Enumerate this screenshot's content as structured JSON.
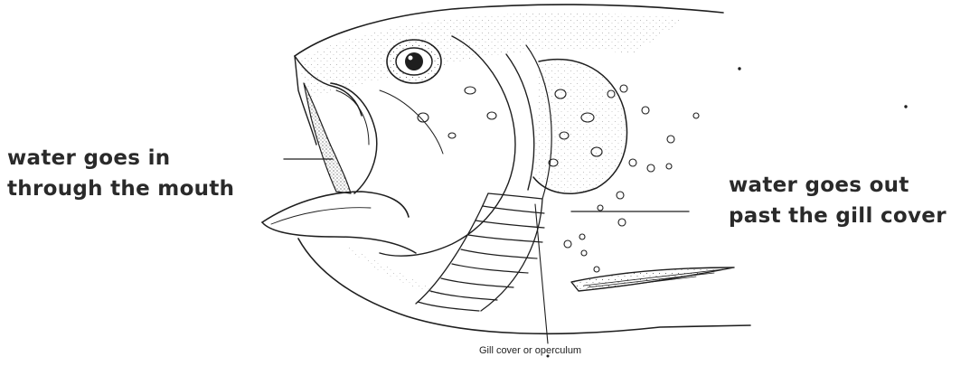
{
  "labels": {
    "in_line1": "water goes in",
    "in_line2": "through the mouth",
    "out_line1": "water goes out",
    "out_line2": "past the gill cover",
    "caption": "Gill cover or operculum"
  },
  "colors": {
    "ink": "#1e1e1e",
    "label_text": "#2a2a2a",
    "background": "#ffffff"
  }
}
